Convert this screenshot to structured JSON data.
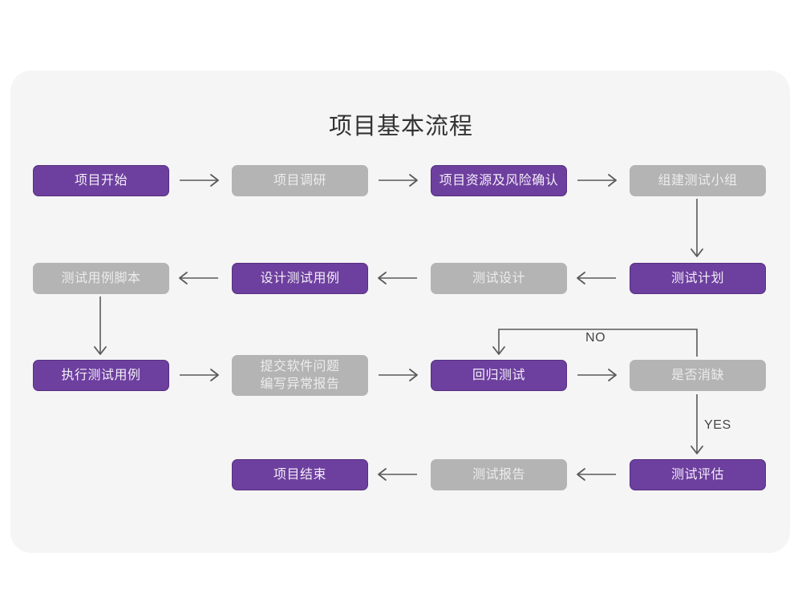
{
  "page": {
    "background_color": "#ffffff",
    "card_color": "#f5f5f6"
  },
  "chart_data": {
    "type": "diagram",
    "diagram_kind": "flowchart",
    "title": "项目基本流程",
    "palette": {
      "purple": "#6d3f9e",
      "purple_text": "#f3eef8",
      "gray": "#b4b4b4",
      "gray_text": "#ececec",
      "connector": "#5a5a5a",
      "title_text": "#333333"
    },
    "nodes": [
      {
        "id": "n1",
        "label": "项目开始",
        "style": "purple",
        "row": 1,
        "col": 1
      },
      {
        "id": "n2",
        "label": "项目调研",
        "style": "gray",
        "row": 1,
        "col": 2
      },
      {
        "id": "n3",
        "label": "项目资源及风险确认",
        "style": "purple",
        "row": 1,
        "col": 3
      },
      {
        "id": "n4",
        "label": "组建测试小组",
        "style": "gray",
        "row": 1,
        "col": 4
      },
      {
        "id": "n5",
        "label": "测试用例脚本",
        "style": "gray",
        "row": 2,
        "col": 1
      },
      {
        "id": "n6",
        "label": "设计测试用例",
        "style": "purple",
        "row": 2,
        "col": 2
      },
      {
        "id": "n7",
        "label": "测试设计",
        "style": "gray",
        "row": 2,
        "col": 3
      },
      {
        "id": "n8",
        "label": "测试计划",
        "style": "purple",
        "row": 2,
        "col": 4
      },
      {
        "id": "n9",
        "label": "执行测试用例",
        "style": "purple",
        "row": 3,
        "col": 1
      },
      {
        "id": "n10",
        "label": "提交软件问题\n编写异常报告",
        "style": "gray",
        "row": 3,
        "col": 2
      },
      {
        "id": "n11",
        "label": "回归测试",
        "style": "purple",
        "row": 3,
        "col": 3
      },
      {
        "id": "n12",
        "label": "是否消缺",
        "style": "gray",
        "row": 3,
        "col": 4
      },
      {
        "id": "n13",
        "label": "项目结束",
        "style": "purple",
        "row": 4,
        "col": 2
      },
      {
        "id": "n14",
        "label": "测试报告",
        "style": "gray",
        "row": 4,
        "col": 3
      },
      {
        "id": "n15",
        "label": "测试评估",
        "style": "purple",
        "row": 4,
        "col": 4
      }
    ],
    "edges": [
      {
        "from": "n1",
        "to": "n2",
        "label": "",
        "direction": "right"
      },
      {
        "from": "n2",
        "to": "n3",
        "label": "",
        "direction": "right"
      },
      {
        "from": "n3",
        "to": "n4",
        "label": "",
        "direction": "right"
      },
      {
        "from": "n4",
        "to": "n8",
        "label": "",
        "direction": "down"
      },
      {
        "from": "n8",
        "to": "n7",
        "label": "",
        "direction": "left"
      },
      {
        "from": "n7",
        "to": "n6",
        "label": "",
        "direction": "left"
      },
      {
        "from": "n6",
        "to": "n5",
        "label": "",
        "direction": "left"
      },
      {
        "from": "n5",
        "to": "n9",
        "label": "",
        "direction": "down"
      },
      {
        "from": "n9",
        "to": "n10",
        "label": "",
        "direction": "right"
      },
      {
        "from": "n10",
        "to": "n11",
        "label": "",
        "direction": "right"
      },
      {
        "from": "n11",
        "to": "n12",
        "label": "",
        "direction": "right"
      },
      {
        "from": "n12",
        "to": "n11",
        "label": "NO",
        "direction": "loop-up-left"
      },
      {
        "from": "n12",
        "to": "n15",
        "label": "YES",
        "direction": "down"
      },
      {
        "from": "n15",
        "to": "n14",
        "label": "",
        "direction": "left"
      },
      {
        "from": "n14",
        "to": "n13",
        "label": "",
        "direction": "left"
      }
    ],
    "edge_labels": [
      "NO",
      "YES"
    ]
  }
}
